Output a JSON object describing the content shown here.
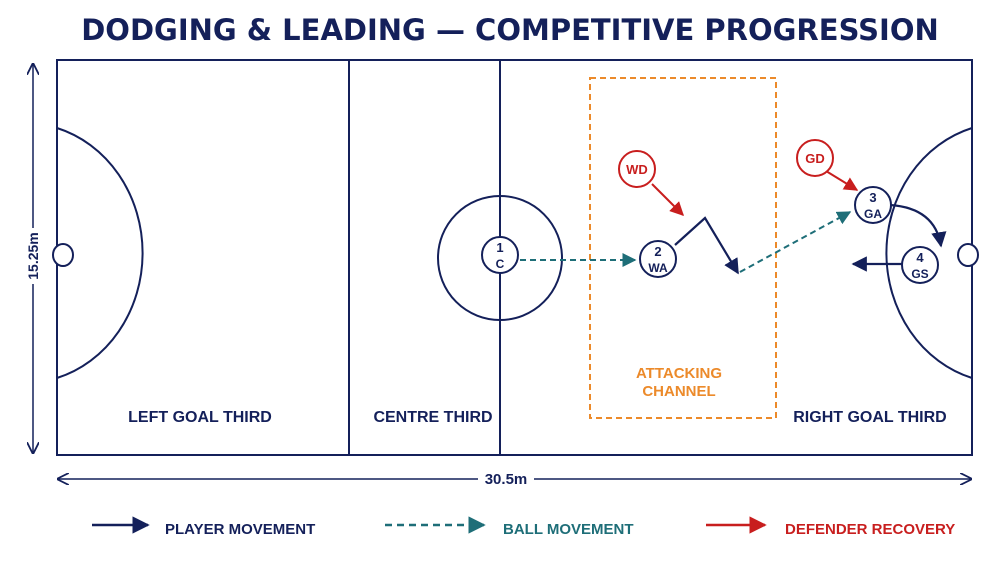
{
  "title": "DODGING & LEADING — COMPETITIVE PROGRESSION",
  "court": {
    "length_label": "30.5m",
    "width_label": "15.25m",
    "zones": {
      "left": "LEFT GOAL THIRD",
      "centre": "CENTRE THIRD",
      "right": "RIGHT GOAL THIRD",
      "channel_line1": "ATTACKING",
      "channel_line2": "CHANNEL"
    }
  },
  "players": {
    "c": {
      "number": "1",
      "position": "C"
    },
    "wa": {
      "number": "2",
      "position": "WA"
    },
    "ga": {
      "number": "3",
      "position": "GA"
    },
    "gs": {
      "number": "4",
      "position": "GS"
    },
    "wd": {
      "position": "WD"
    },
    "gd": {
      "position": "GD"
    }
  },
  "legend": {
    "player_movement": "PLAYER MOVEMENT",
    "ball_movement": "BALL MOVEMENT",
    "defender_recovery": "DEFENDER RECOVERY"
  },
  "colors": {
    "navy": "#14205a",
    "teal": "#1e6e78",
    "red": "#c81e1e",
    "orange": "#ec8a2a"
  }
}
